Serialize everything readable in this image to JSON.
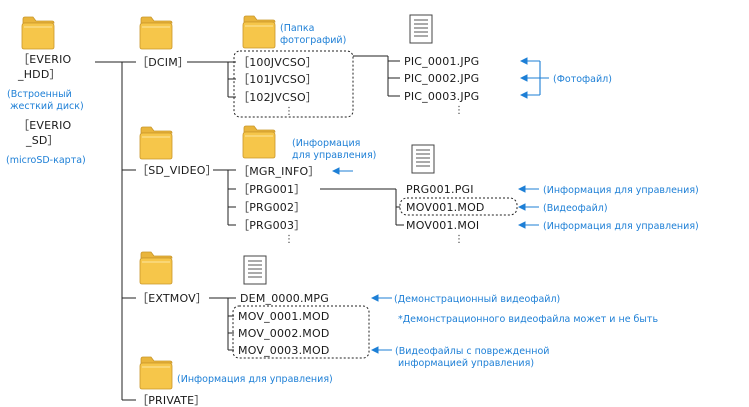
{
  "root": {
    "label1": "［EVERIO",
    "label2": "_HDD］",
    "note1": "(Встроенный",
    "note2": "жесткий диск)",
    "label3": "［EVERIO",
    "label4": "_SD］",
    "note3": "(microSD-карта)"
  },
  "dcim": {
    "label": "［DCIM］",
    "folder_note1": "(Папка",
    "folder_note2": "фотографий)",
    "subfolders": [
      "［100JVCSO］",
      "［101JVCSO］",
      "［102JVCSO］"
    ],
    "files": [
      "PIC_0001.JPG",
      "PIC_0002.JPG",
      "PIC_0003.JPG"
    ],
    "files_note": "(Фотофайл)"
  },
  "sd_video": {
    "label": "［SD_VIDEO］",
    "mgr_info": "［MGR_INFO］",
    "mgr_note1": "(Информация",
    "mgr_note2": "для управления)",
    "prg_folders": [
      "［PRG001］",
      "［PRG002］",
      "［PRG003］"
    ],
    "files": [
      "PRG001.PGI",
      "MOV001.MOD",
      "MOV001.MOI"
    ],
    "file_notes": [
      "(Информация для управления)",
      "(Видеофайл)",
      "(Информация для управления)"
    ]
  },
  "extmov": {
    "label": "［EXTMOV］",
    "demo_file": "DEM_0000.MPG",
    "demo_note": "(Демонстрационный видеофайл)",
    "demo_footnote": "*Демонстрационного видеофайла может и не быть",
    "mov_files": [
      "MOV_0001.MOD",
      "MOV_0002.MOD",
      "MOV_0003.MOD"
    ],
    "damaged_note1": "(Видеофайлы с поврежденной",
    "damaged_note2": "информацией управления)"
  },
  "private": {
    "label": "［PRIVATE］",
    "folder_note": "(Информация для управления)"
  },
  "ellipsis": "⋮",
  "colors": {
    "folder": "#f6c64a",
    "folder_edge": "#c9962a",
    "accent": "#1d7fd6"
  },
  "icons": [
    "folder-icon",
    "document-icon"
  ]
}
